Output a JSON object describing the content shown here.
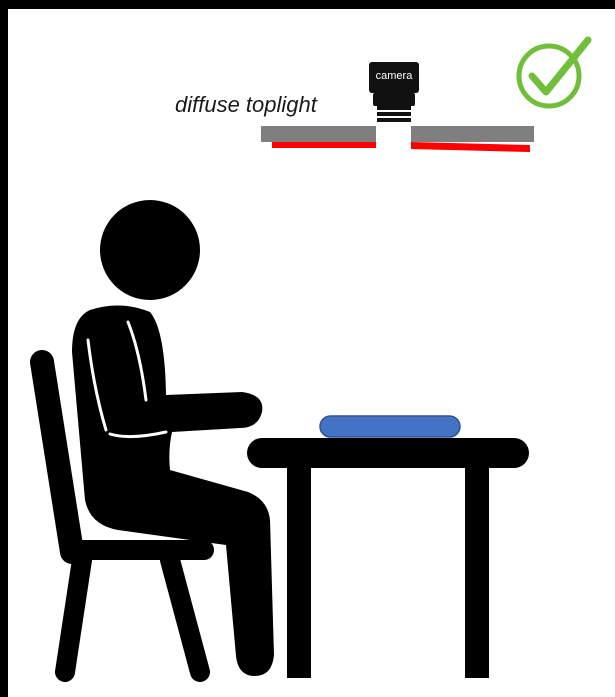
{
  "labels": {
    "light": "diffuse toplight",
    "camera": "camera"
  },
  "icons": {
    "check": "checkmark-circle-icon",
    "camera": "camera-icon",
    "person": "seated-person-icon",
    "chair": "chair-icon",
    "table": "table-icon",
    "object": "object-on-table"
  },
  "colors": {
    "background": "#ffffff",
    "frame": "#000000",
    "silhouette": "#000000",
    "light_panel": "#7f7f7f",
    "light_strip": "#ff0000",
    "object": "#4472c4",
    "object_border": "#2f528f",
    "check": "#6fbf3a"
  }
}
